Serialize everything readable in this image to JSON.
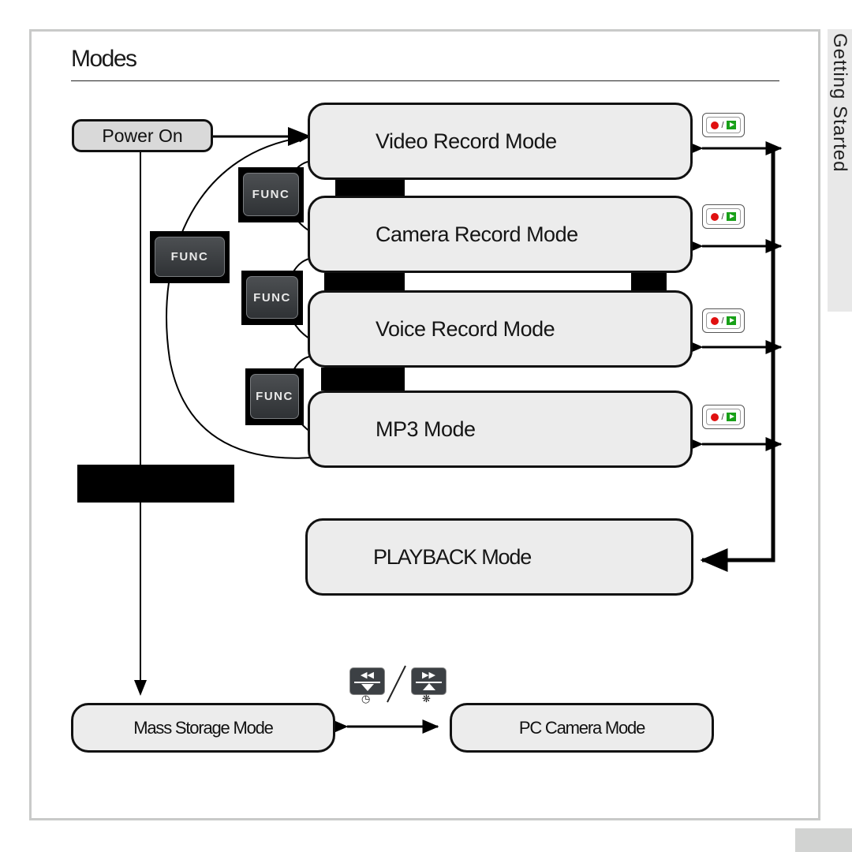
{
  "page": {
    "title": "Modes",
    "side_tab": "Getting Started"
  },
  "nodes": {
    "power_on": "Power On",
    "video": "Video Record Mode",
    "camera": "Camera Record Mode",
    "voice": "Voice Record Mode",
    "mp3": "MP3 Mode",
    "playback": "PLAYBACK Mode",
    "mass_storage": "Mass Storage Mode",
    "pc_camera": "PC Camera Mode"
  },
  "buttons": {
    "func_label": "FUNC",
    "rec_play_icon": "record-play-icon",
    "rewind_icon": "rewind-self-timer-icon",
    "forward_icon": "fast-forward-macro-icon"
  },
  "colors": {
    "record_dot": "#e01010",
    "play_green": "#18a018",
    "func_button": "#3c4044"
  }
}
